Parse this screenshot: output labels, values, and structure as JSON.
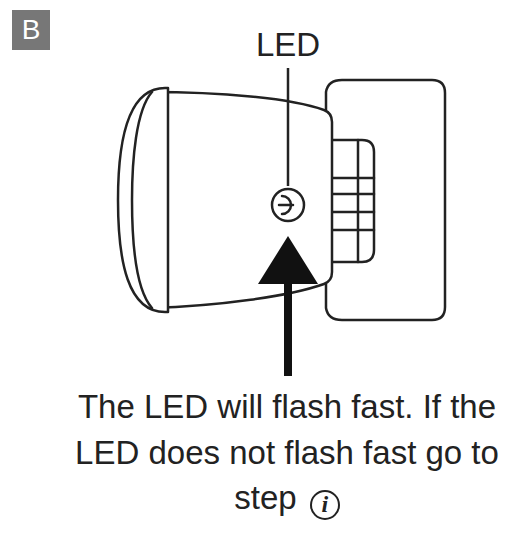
{
  "diagram": {
    "nodes": [
      {
        "text": [
          "B"
        ]
      }
    ],
    "labels": [
      "LED",
      "The LED will flash fast. If the LED does not flash fast go to step",
      "i"
    ]
  }
}
